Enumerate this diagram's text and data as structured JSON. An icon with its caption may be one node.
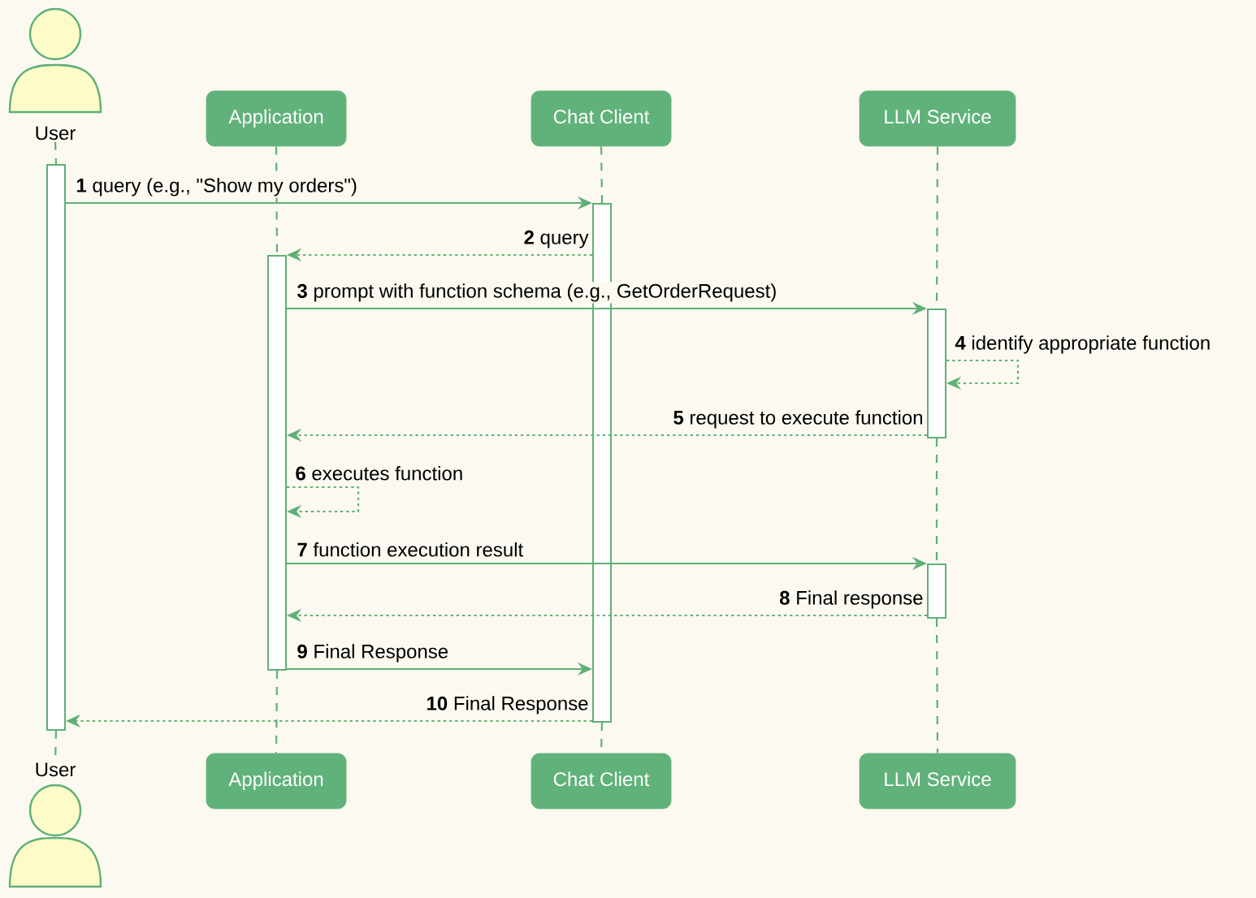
{
  "diagram": {
    "nodes": [
      {
        "text": [
          "User"
        ]
      },
      {
        "text": [
          "Application"
        ]
      },
      {
        "text": [
          "Chat Client"
        ]
      },
      {
        "text": [
          "LLM Service"
        ]
      },
      {
        "text": [
          "User"
        ]
      },
      {
        "text": [
          "Application"
        ]
      },
      {
        "text": [
          "Chat Client"
        ]
      },
      {
        "text": [
          "LLM Service"
        ]
      },
      {
        "text": [],
        "shape": "bar"
      },
      {
        "text": [],
        "shape": "bar"
      },
      {
        "text": [],
        "shape": "bar"
      },
      {
        "text": [],
        "shape": "bar"
      },
      {
        "text": [],
        "shape": "bar"
      }
    ],
    "edges": [
      {
        "from": 0,
        "to": 8,
        "arrow": "none",
        "style": "dashed"
      },
      {
        "from": 8,
        "to": 4,
        "arrow": "none",
        "style": "dashed"
      },
      {
        "from": 1,
        "to": 9,
        "arrow": "none",
        "style": "dashed"
      },
      {
        "from": 9,
        "to": 5,
        "arrow": "none",
        "style": "dashed"
      },
      {
        "from": 2,
        "to": 10,
        "arrow": "none",
        "style": "dashed"
      },
      {
        "from": 10,
        "to": 6,
        "arrow": "none",
        "style": "dashed"
      },
      {
        "from": 3,
        "to": 11,
        "arrow": "none",
        "style": "dashed"
      },
      {
        "from": 11,
        "to": 12,
        "arrow": "none",
        "style": "dashed"
      },
      {
        "from": 12,
        "to": 7,
        "arrow": "none",
        "style": "dashed"
      },
      {
        "from": 8,
        "to": 10,
        "arrow": "to",
        "label": "**1** query (e.g., \"Show my orders\")"
      },
      {
        "from": 10,
        "to": 9,
        "arrow": "to",
        "style": "dashed",
        "label": "**2** query"
      },
      {
        "from": 9,
        "to": 11,
        "arrow": "to",
        "label": "**3** prompt with function schema (e.g., GetOrderRequest)"
      },
      {
        "from": 11,
        "to": 11,
        "arrow": "to",
        "style": "dashed",
        "label": "**4** identify appropriate function"
      },
      {
        "from": 11,
        "to": 9,
        "arrow": "to",
        "style": "dashed",
        "label": "**5** request to execute function"
      },
      {
        "from": 9,
        "to": 9,
        "arrow": "to",
        "style": "dashed",
        "label": "**6** executes function"
      },
      {
        "from": 9,
        "to": 12,
        "arrow": "to",
        "label": "**7** function execution result"
      },
      {
        "from": 12,
        "to": 9,
        "arrow": "to",
        "style": "dashed",
        "label": "**8** Final response"
      },
      {
        "from": 9,
        "to": 10,
        "arrow": "to",
        "label": "**9** Final Response"
      },
      {
        "from": 10,
        "to": 8,
        "arrow": "to",
        "style": "dashed",
        "label": "**10** Final Response"
      }
    ]
  }
}
